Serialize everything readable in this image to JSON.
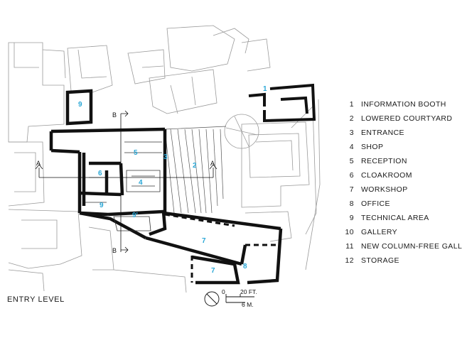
{
  "legend": [
    {
      "num": "1",
      "label": "INFORMATION BOOTH"
    },
    {
      "num": "2",
      "label": "LOWERED COURTYARD"
    },
    {
      "num": "3",
      "label": "ENTRANCE"
    },
    {
      "num": "4",
      "label": "SHOP"
    },
    {
      "num": "5",
      "label": "RECEPTION"
    },
    {
      "num": "6",
      "label": "CLOAKROOM"
    },
    {
      "num": "7",
      "label": "WORKSHOP"
    },
    {
      "num": "8",
      "label": "OFFICE"
    },
    {
      "num": "9",
      "label": "TECHNICAL AREA"
    },
    {
      "num": "10",
      "label": "GALLERY"
    },
    {
      "num": "11",
      "label": "NEW COLUMN-FREE GALLERY"
    },
    {
      "num": "12",
      "label": "STORAGE"
    }
  ],
  "level_label": "ENTRY LEVEL",
  "sections": {
    "a": "A",
    "b": "B"
  },
  "scale": {
    "zero": "0",
    "feet": "20 FT.",
    "meters": "6 M."
  },
  "room_labels": {
    "information_booth": "1",
    "lowered_courtyard": "2",
    "entrance": "3",
    "shop": "4",
    "reception": "5",
    "cloakroom": "6",
    "workshop": "7",
    "office": "8",
    "technical_area": "9",
    "technical_area_alt": "9'"
  },
  "colors": {
    "room_label": "#2aa7d6",
    "wall": "#111111",
    "context": "#9a9a9a"
  },
  "icons": {
    "north_arrow": "north-arrow-icon",
    "section_marker": "section-arrow-icon"
  }
}
